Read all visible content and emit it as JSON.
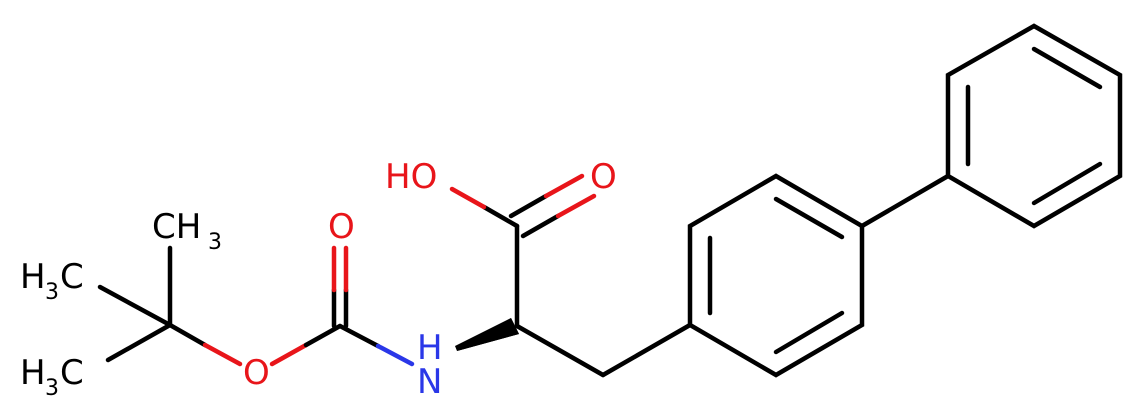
{
  "molecule": {
    "colors": {
      "carbon_bond": "#000000",
      "oxygen": "#e8151a",
      "nitrogen": "#2a37e8"
    },
    "labels": {
      "hydroxyl": "HO",
      "acid_carbonyl_o": "O",
      "carbamate_carbonyl_o": "O",
      "ester_o": "O",
      "amine_n": "N",
      "amine_h": "H",
      "methyl_top": {
        "main": "CH",
        "sub": "3"
      },
      "methyl_left_1": {
        "pre": "H",
        "sub": "3",
        "post": "C"
      },
      "methyl_left_2": {
        "pre": "H",
        "sub": "3",
        "post": "C"
      }
    }
  }
}
